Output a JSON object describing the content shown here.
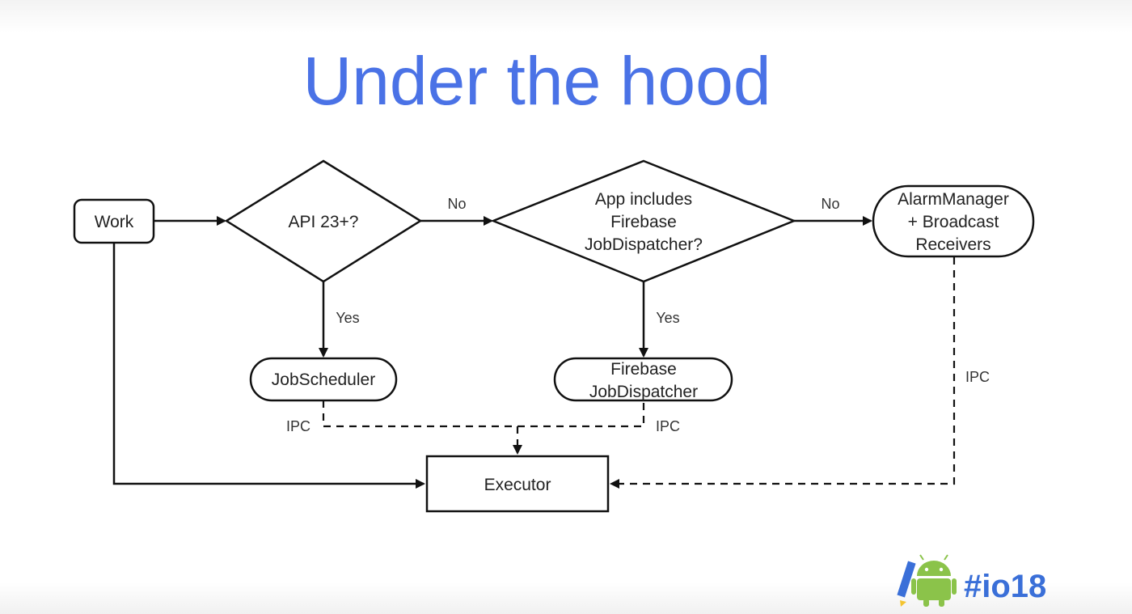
{
  "slide": {
    "title": "Under the hood"
  },
  "nodes": {
    "work": "Work",
    "api": "API 23+?",
    "firebase_q": [
      "App includes",
      "Firebase",
      "JobDispatcher?"
    ],
    "alarm": [
      "AlarmManager",
      "+ Broadcast",
      "Receivers"
    ],
    "jobscheduler": "JobScheduler",
    "firebase_jd": [
      "Firebase",
      "JobDispatcher"
    ],
    "executor": "Executor"
  },
  "labels": {
    "no1": "No",
    "no2": "No",
    "yes1": "Yes",
    "yes2": "Yes",
    "ipc1": "IPC",
    "ipc2": "IPC",
    "ipc3": "IPC"
  },
  "logo": {
    "hashtag": "#io18",
    "colors": {
      "title": "#4a72e6",
      "android_green": "#8bc34a",
      "teal": "#2bb5a8",
      "blue": "#3a6fd8",
      "yellow": "#f4c430"
    }
  }
}
